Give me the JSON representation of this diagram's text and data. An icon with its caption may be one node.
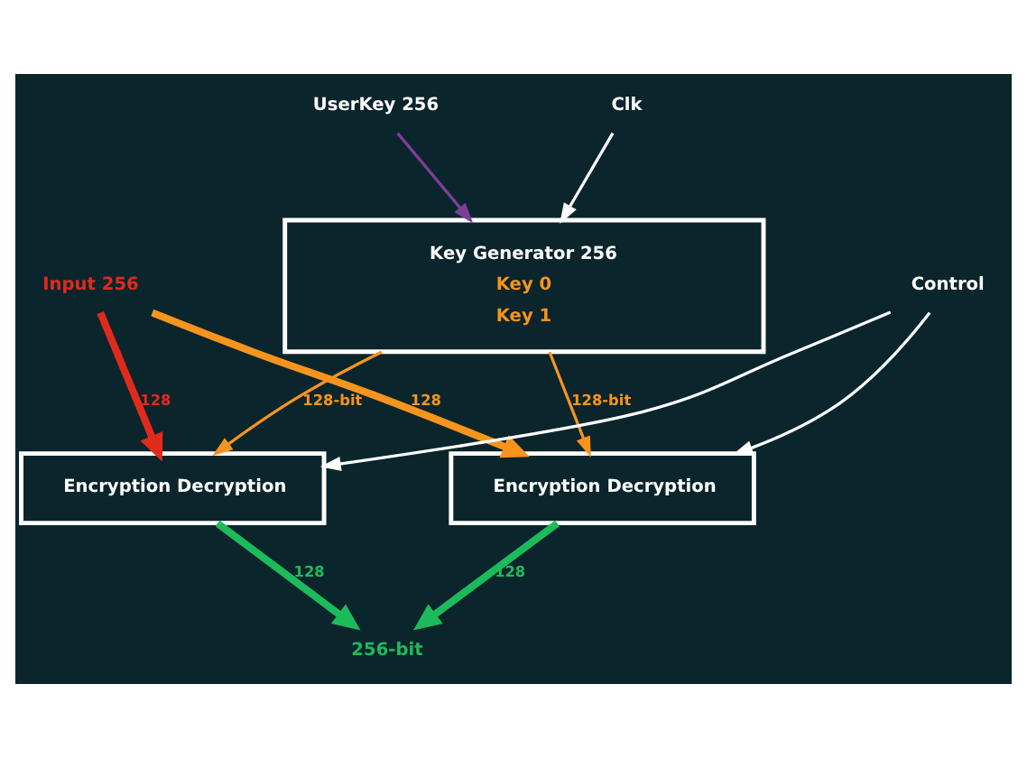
{
  "diagram": {
    "nodes": [
      {
        "text": [
          "UserKey 256"
        ]
      },
      {
        "text": [
          "Clk"
        ]
      },
      {
        "text": [
          "Key Generator 256",
          "Key 0",
          "Key 1"
        ]
      },
      {
        "text": [
          "Input 256"
        ]
      },
      {
        "text": [
          "Control"
        ]
      },
      {
        "text": [
          "Encryption Decryption"
        ]
      },
      {
        "text": [
          "Encryption Decryption"
        ]
      },
      {
        "text": [
          "256-bit"
        ]
      }
    ],
    "edges": [
      {
        "from": 0,
        "to": 2,
        "arrow": "to",
        "color": "#7b3f98"
      },
      {
        "from": 1,
        "to": 2,
        "arrow": "to"
      },
      {
        "from": 2,
        "to": 5,
        "arrow": "to",
        "label": "128-bit",
        "color": "#f7941d"
      },
      {
        "from": 2,
        "to": 6,
        "arrow": "to",
        "label": "128-bit",
        "color": "#f7941d"
      },
      {
        "from": 3,
        "to": 5,
        "arrow": "to",
        "label": "128",
        "style": "thick",
        "color": "#e02a1c"
      },
      {
        "from": 3,
        "to": 6,
        "arrow": "to",
        "label": "128",
        "style": "thick",
        "color": "#f7941d"
      },
      {
        "from": 4,
        "to": 5,
        "arrow": "to"
      },
      {
        "from": 4,
        "to": 6,
        "arrow": "to"
      },
      {
        "from": 5,
        "to": 7,
        "arrow": "to",
        "label": "128",
        "style": "thick",
        "color": "#1dba5c"
      },
      {
        "from": 6,
        "to": 7,
        "arrow": "to",
        "label": "128",
        "style": "thick",
        "color": "#1dba5c"
      }
    ]
  }
}
